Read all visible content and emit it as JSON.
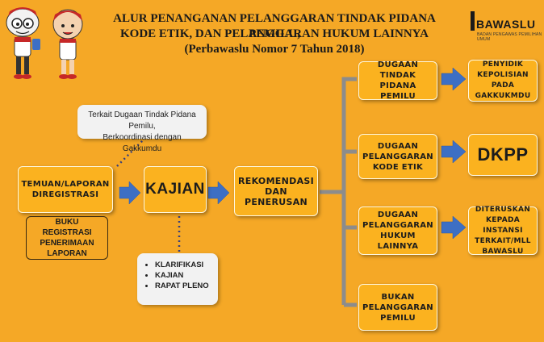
{
  "title": {
    "line1": "ALUR PENANGANAN PELANGGARAN TINDAK PIDANA PEMILU,",
    "line2": "KODE ETIK, DAN PELANGGARAN HUKUM LAINNYA",
    "line3": "(Perbawaslu Nomor 7 Tahun 2018)"
  },
  "logo": {
    "name": "BAWASLU",
    "subtitle": "BADAN PENGAWAS PEMILIHAN UMUM"
  },
  "mascots": {
    "icon": "mascot-couple-illustration"
  },
  "nodes": {
    "temuan": "TEMUAN/LAPORAN DIREGISTRASI",
    "buku": "BUKU REGISTRASI PENERIMAAN LAPORAN",
    "kajian": "KAJIAN",
    "rekomendasi": "REKOMENDASI DAN PENERUSAN",
    "pidana": "DUGAAN TINDAK PIDANA PEMILU",
    "kode_etik": "DUGAAN PELANGGARAN KODE ETIK",
    "hukum_lain": "DUGAAN PELANGGARAN HUKUM LAINNYA",
    "bukan": "BUKAN PELANGGARAN PEMILU",
    "penyidik": "PENYIDIK KEPOLISIAN PADA GAKKUKMDU",
    "dkpp": "DKPP",
    "diteruskan": "DITERUSKAN KEPADA INSTANSI TERKAIT/MLL BAWASLU"
  },
  "notes": {
    "gakkumdu_line1": "Terkait Dugaan Tindak Pidana Pemilu,",
    "gakkumdu_line2": "Berkoordinasi dengan Gakkumdu",
    "kajian_items": [
      "KLARIFIKASI",
      "KAJIAN",
      "RAPAT PLENO"
    ]
  },
  "colors": {
    "background": "#f5a826",
    "box_fill": "#fbb21f",
    "arrow": "#3d6fc4",
    "connector": "#8c8c8c",
    "note_fill": "#f2f2f2",
    "logo_red": "#c0392b"
  }
}
